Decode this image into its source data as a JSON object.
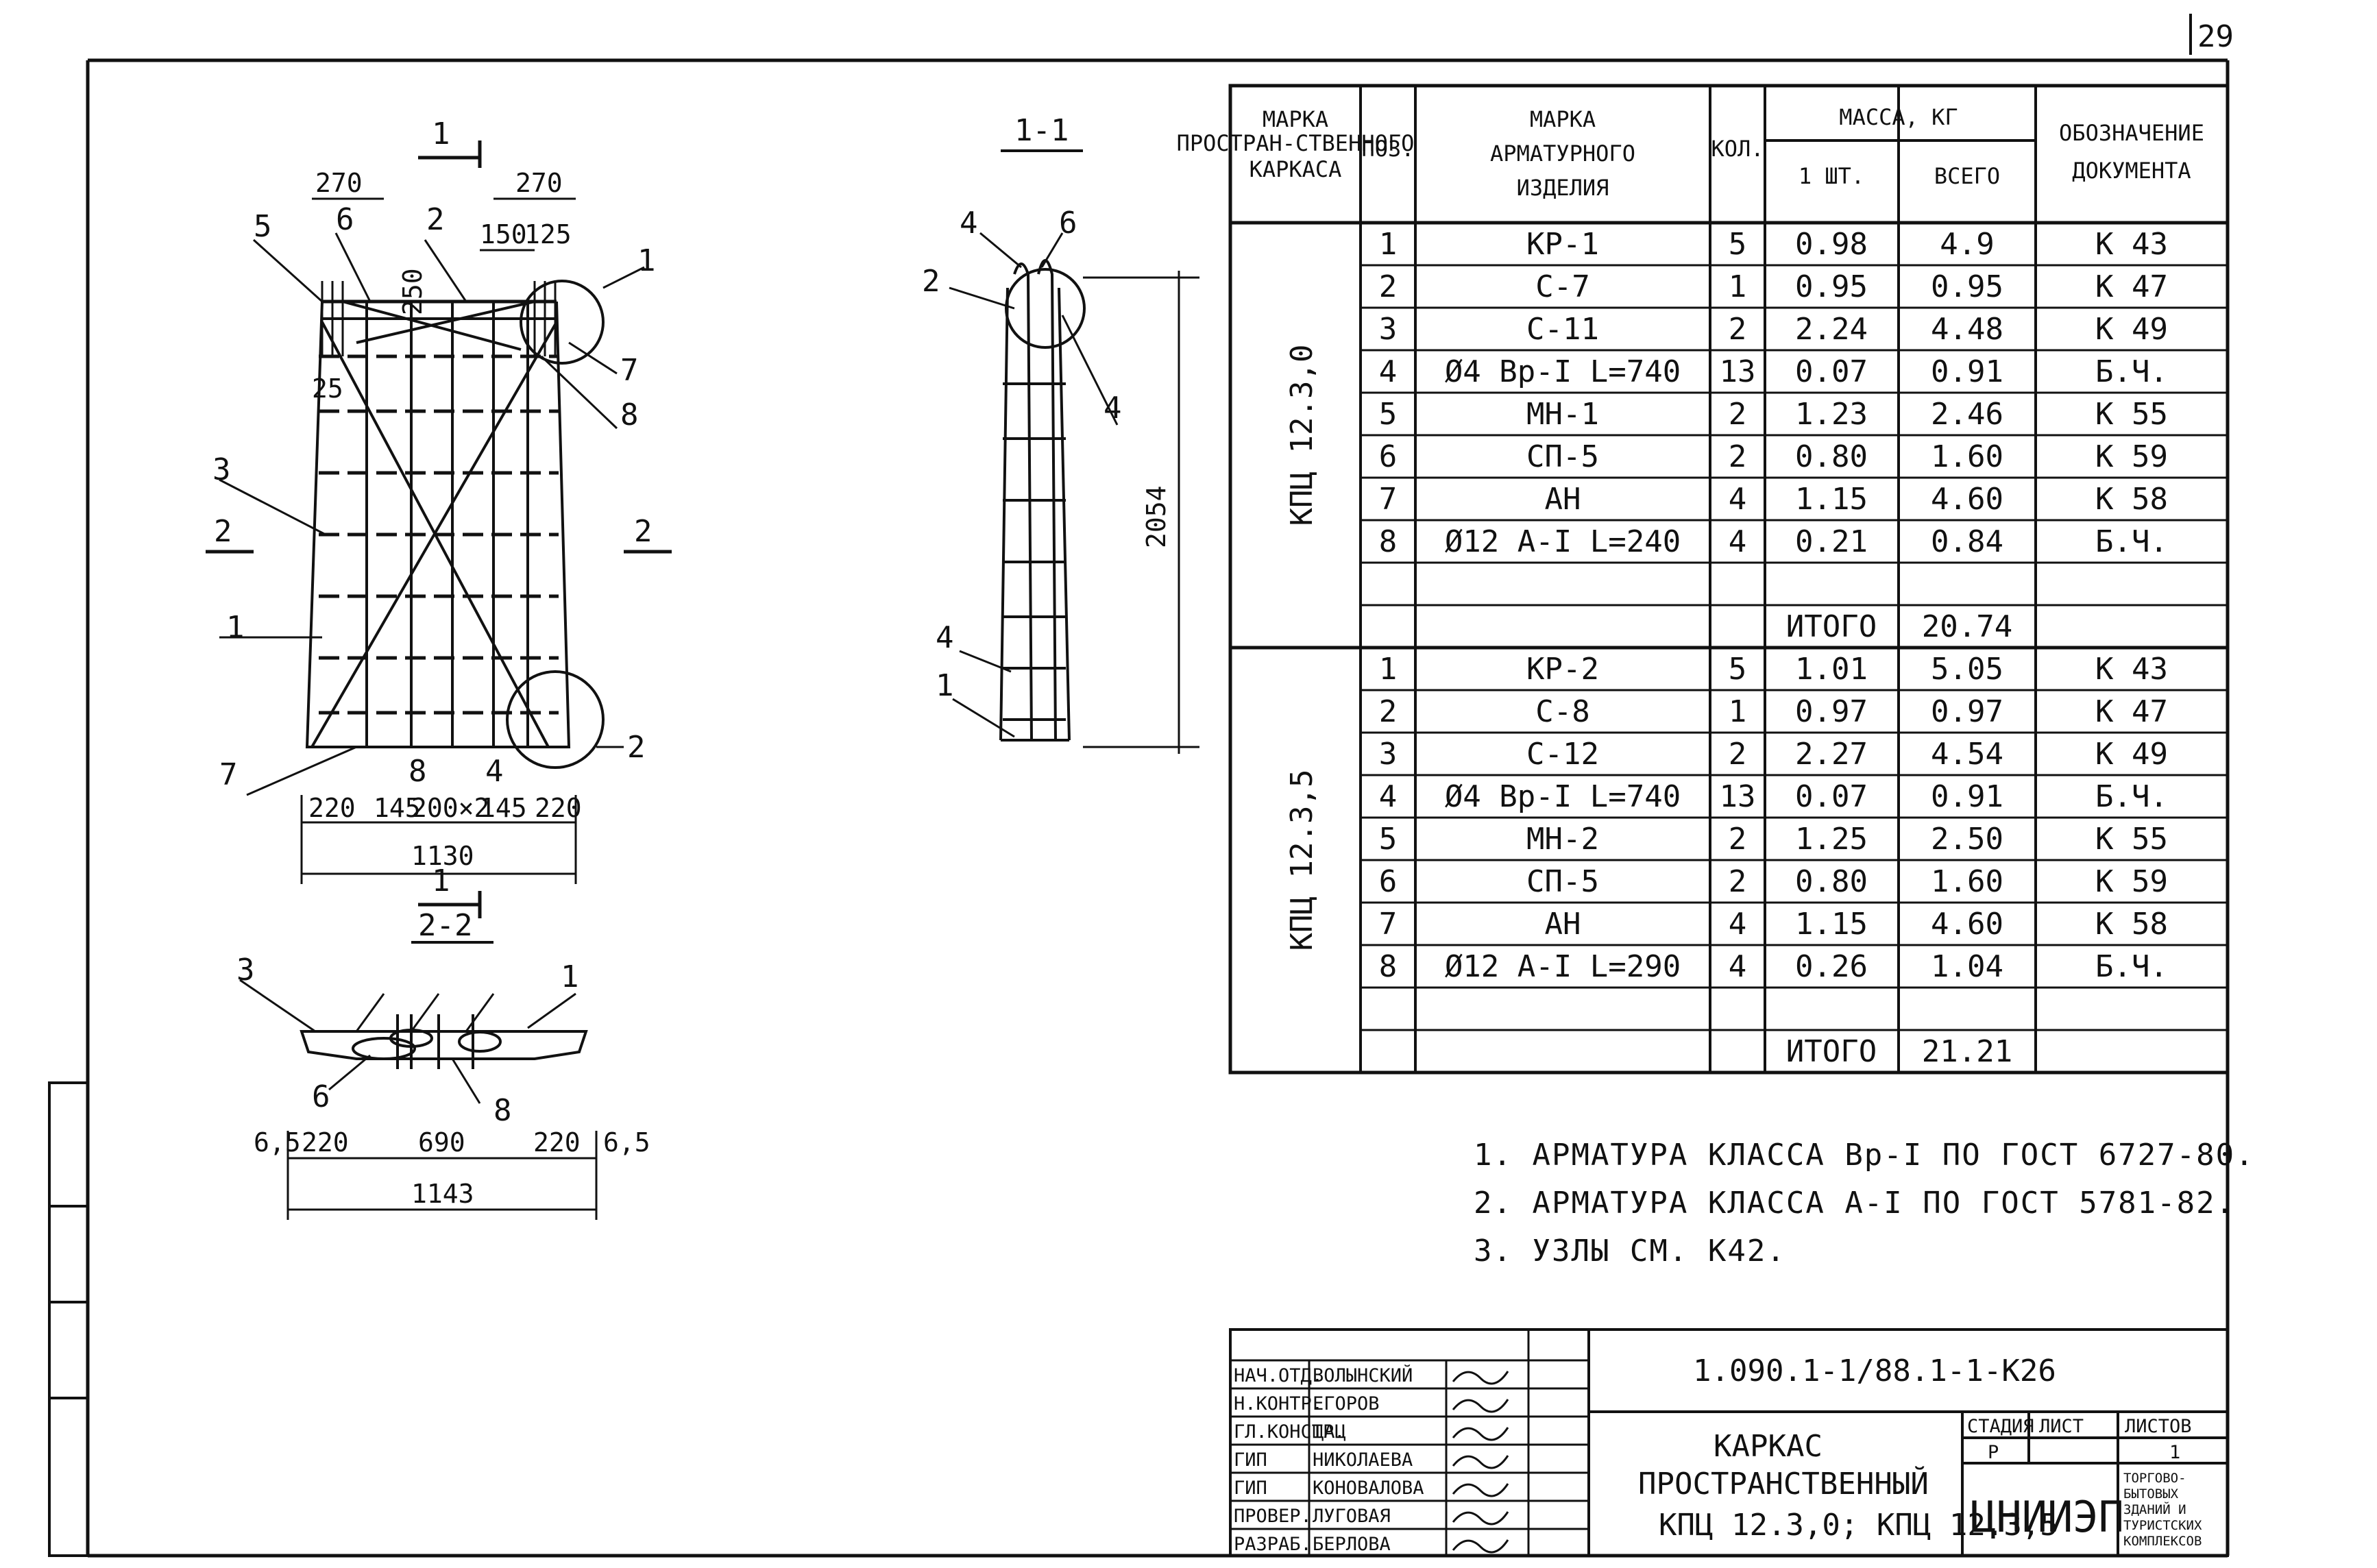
{
  "page_number": "29",
  "drawing": {
    "section_1_1": "1-1",
    "section_2_2": "2-2",
    "cut_marker_1": "1",
    "cut_marker_2": "2",
    "positions": [
      "1",
      "2",
      "3",
      "4",
      "5",
      "6",
      "7",
      "8"
    ],
    "dims_front": {
      "top_left": "270",
      "top_right": "270",
      "d150": "150",
      "d125": "125",
      "d250": "250",
      "d25": "25",
      "bottom": [
        "220",
        "145",
        "200×2",
        "145",
        "220"
      ],
      "total": "1130"
    },
    "dims_side": {
      "height": "2054"
    },
    "dims_section": {
      "edge": "6,5",
      "parts": [
        "220",
        "690",
        "220"
      ],
      "total": "1143"
    }
  },
  "table": {
    "headers": {
      "marka_prostr": "МАРКА ПРОСТРАН-СТВЕННОГО КАРКАСА",
      "poz": "ПОЗ.",
      "marka_arm": "МАРКА АРМАТУРНОГО ИЗДЕЛИЯ",
      "kol": "КОЛ.",
      "massa": "МАССА, КГ",
      "massa_1": "1 ШТ.",
      "massa_vsego": "ВСЕГО",
      "oboznach": "ОБОЗНАЧЕНИЕ ДОКУМЕНТА"
    },
    "groups": [
      {
        "name": "КПЦ 12.3,0",
        "rows": [
          {
            "poz": "1",
            "marka": "КР-1",
            "kol": "5",
            "m1": "0.98",
            "mv": "4.9",
            "doc": "К 43"
          },
          {
            "poz": "2",
            "marka": "С-7",
            "kol": "1",
            "m1": "0.95",
            "mv": "0.95",
            "doc": "К 47"
          },
          {
            "poz": "3",
            "marka": "С-11",
            "kol": "2",
            "m1": "2.24",
            "mv": "4.48",
            "doc": "К 49"
          },
          {
            "poz": "4",
            "marka": "Ø4 Вр-I  L=740",
            "kol": "13",
            "m1": "0.07",
            "mv": "0.91",
            "doc": "Б.Ч."
          },
          {
            "poz": "5",
            "marka": "МН-1",
            "kol": "2",
            "m1": "1.23",
            "mv": "2.46",
            "doc": "К 55"
          },
          {
            "poz": "6",
            "marka": "СП-5",
            "kol": "2",
            "m1": "0.80",
            "mv": "1.60",
            "doc": "К 59"
          },
          {
            "poz": "7",
            "marka": "АН",
            "kol": "4",
            "m1": "1.15",
            "mv": "4.60",
            "doc": "К 58"
          },
          {
            "poz": "8",
            "marka": "Ø12 А-I  L=240",
            "kol": "4",
            "m1": "0.21",
            "mv": "0.84",
            "doc": "Б.Ч."
          }
        ],
        "itogo_label": "ИТОГО",
        "itogo_value": "20.74"
      },
      {
        "name": "КПЦ 12.3,5",
        "rows": [
          {
            "poz": "1",
            "marka": "КР-2",
            "kol": "5",
            "m1": "1.01",
            "mv": "5.05",
            "doc": "К 43"
          },
          {
            "poz": "2",
            "marka": "С-8",
            "kol": "1",
            "m1": "0.97",
            "mv": "0.97",
            "doc": "К 47"
          },
          {
            "poz": "3",
            "marka": "С-12",
            "kol": "2",
            "m1": "2.27",
            "mv": "4.54",
            "doc": "К 49"
          },
          {
            "poz": "4",
            "marka": "Ø4 Вр-I  L=740",
            "kol": "13",
            "m1": "0.07",
            "mv": "0.91",
            "doc": "Б.Ч."
          },
          {
            "poz": "5",
            "marka": "МН-2",
            "kol": "2",
            "m1": "1.25",
            "mv": "2.50",
            "doc": "К 55"
          },
          {
            "poz": "6",
            "marka": "СП-5",
            "kol": "2",
            "m1": "0.80",
            "mv": "1.60",
            "doc": "К 59"
          },
          {
            "poz": "7",
            "marka": "АН",
            "kol": "4",
            "m1": "1.15",
            "mv": "4.60",
            "doc": "К 58"
          },
          {
            "poz": "8",
            "marka": "Ø12 А-I  L=290",
            "kol": "4",
            "m1": "0.26",
            "mv": "1.04",
            "doc": "Б.Ч."
          }
        ],
        "itogo_label": "ИТОГО",
        "itogo_value": "21.21"
      }
    ]
  },
  "notes": [
    "1. АРМАТУРА КЛАССА Вр-I  ПО ГОСТ 6727-80.",
    "2. АРМАТУРА КЛАССА А-I  ПО ГОСТ 5781-82.",
    "3. УЗЛЫ СМ. К42."
  ],
  "title_block": {
    "code": "1.090.1-1/88.1-1-К26",
    "title_lines": [
      "КАРКАС",
      "ПРОСТРАНСТВЕННЫЙ",
      "КПЦ 12.3,0; КПЦ 12.3,5"
    ],
    "stadia_label": "СТАДИЯ",
    "list_label": "ЛИСТ",
    "listov_label": "ЛИСТОВ",
    "stadia": "Р",
    "list": "",
    "listov": "1",
    "org": "ЦНИИЭП",
    "org_sub": [
      "ТОРГОВО-",
      "БЫТОВЫХ",
      "ЗДАНИЙ И",
      "ТУРИСТСКИХ",
      "КОМПЛЕКСОВ"
    ],
    "signatures": [
      {
        "role": "НАЧ.ОТД.",
        "name": "ВОЛЫНСКИЙ"
      },
      {
        "role": "Н.КОНТР.",
        "name": "ЕГОРОВ"
      },
      {
        "role": "ГЛ.КОНСТР.",
        "name": "ЩАЦ"
      },
      {
        "role": "ГИП",
        "name": "НИКОЛАЕВА"
      },
      {
        "role": "ГИП",
        "name": "КОНОВАЛОВА"
      },
      {
        "role": "ПРОВЕР.",
        "name": "ЛУГОВАЯ"
      },
      {
        "role": "РАЗРАБ.",
        "name": "БЕРЛОВА"
      }
    ]
  }
}
